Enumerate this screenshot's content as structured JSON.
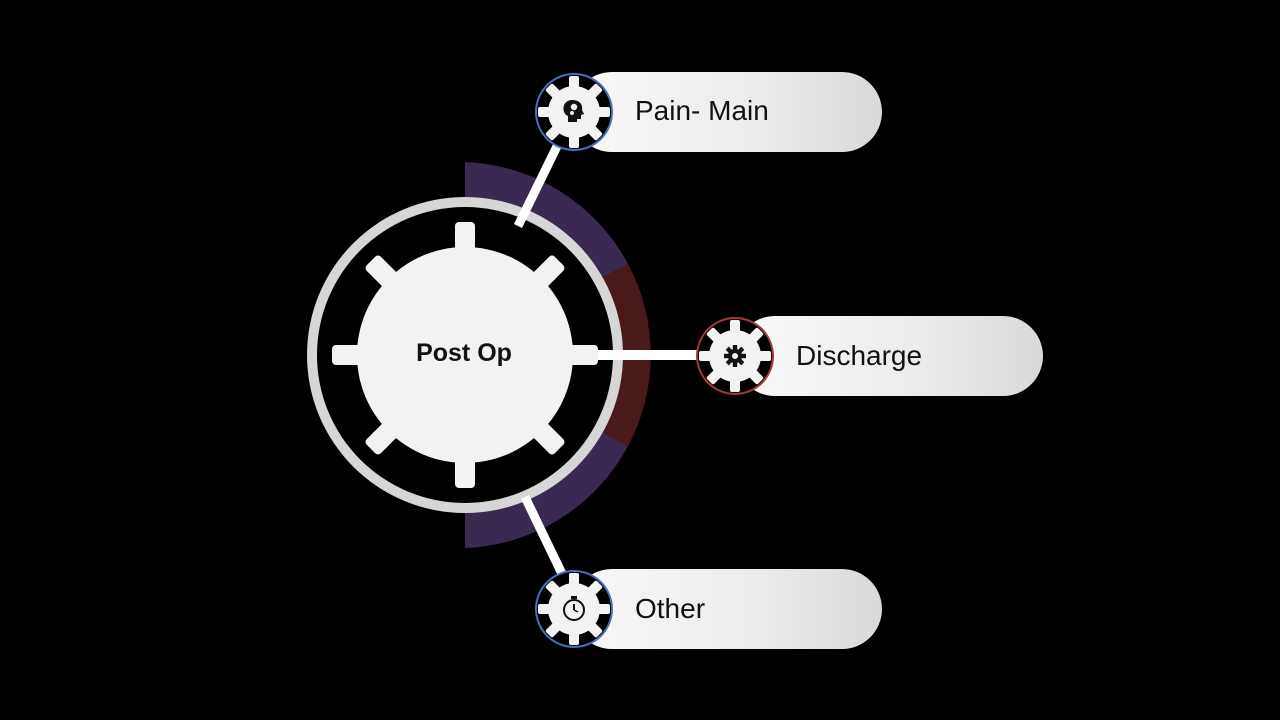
{
  "hub": {
    "label": "Post Op",
    "icon": "gear-icon"
  },
  "branches": [
    {
      "label": "Pain- Main",
      "icon": "head-gears-icon",
      "ring_color": "#4a6fb5"
    },
    {
      "label": "Discharge",
      "icon": "gear-icon",
      "ring_color": "#a33a3a"
    },
    {
      "label": "Other",
      "icon": "stopwatch-icon",
      "ring_color": "#4a6fb5"
    }
  ],
  "colors": {
    "background": "#000000",
    "arc_purple": "#3a2a52",
    "arc_red": "#4a1a1a",
    "hub_ring": "#d6d6d6",
    "gear_fill": "#f2f2f2",
    "connector": "#ffffff"
  }
}
